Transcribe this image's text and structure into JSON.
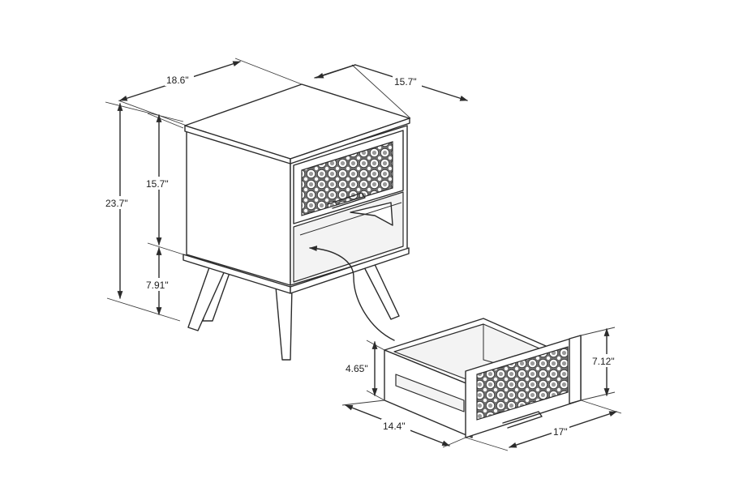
{
  "dimensions": {
    "top_width": "18.6\"",
    "top_depth": "15.7\"",
    "total_height": "23.7\"",
    "body_height": "15.7\"",
    "leg_height": "7.91\"",
    "drawer_inner_height": "4.65\"",
    "drawer_front_height": "7.12\"",
    "drawer_depth": "14.4\"",
    "drawer_width": "17\""
  }
}
